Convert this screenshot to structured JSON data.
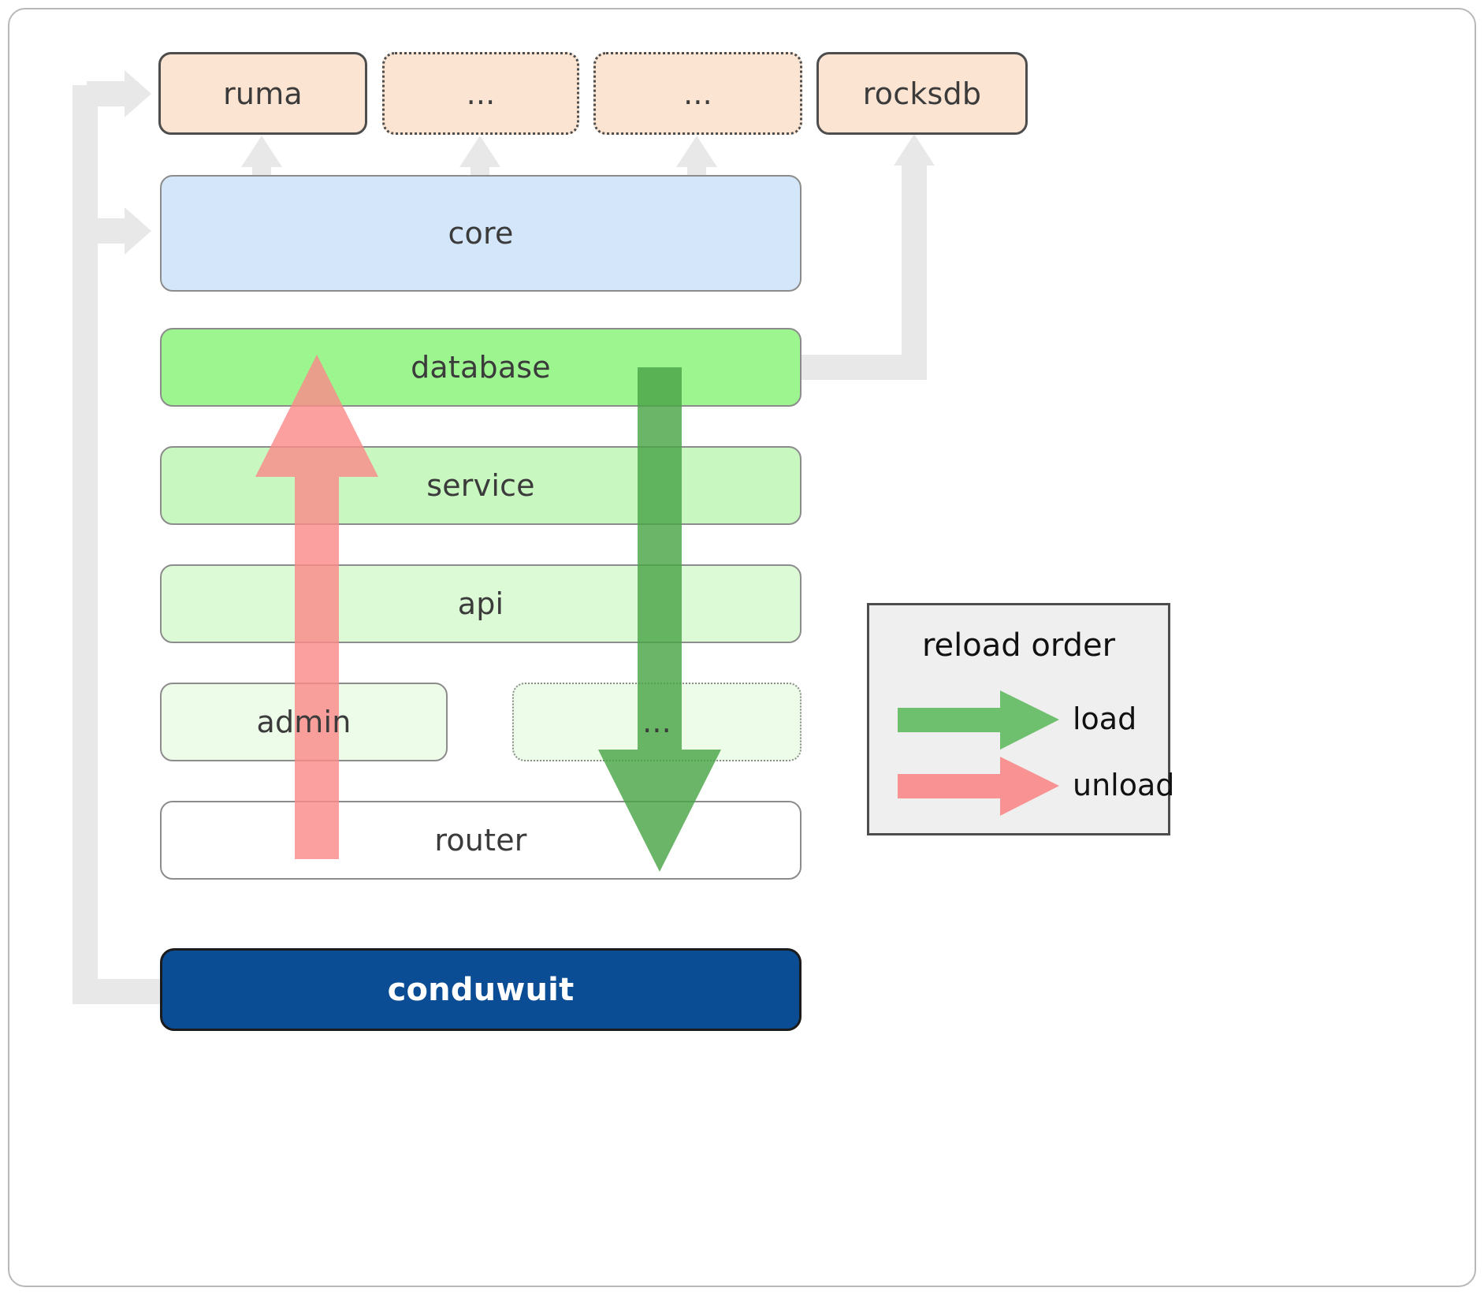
{
  "diagram": {
    "title": "conduwuit crate layer / reload order diagram",
    "dependencies": [
      {
        "label": "ruma",
        "style": "solid"
      },
      {
        "label": "...",
        "style": "dashed"
      },
      {
        "label": "...",
        "style": "dashed"
      },
      {
        "label": "rocksdb",
        "style": "solid"
      }
    ],
    "core": {
      "label": "core"
    },
    "layers": [
      {
        "label": "database",
        "style": "solid"
      },
      {
        "label": "service",
        "style": "solid"
      },
      {
        "label": "api",
        "style": "solid"
      },
      {
        "label": "admin",
        "style": "solid"
      },
      {
        "label": "...",
        "style": "dashed"
      },
      {
        "label": "router",
        "style": "solid"
      }
    ],
    "binary": {
      "label": "conduwuit"
    },
    "legend": {
      "title": "reload order",
      "items": [
        {
          "label": "load",
          "color": "#5cb85c"
        },
        {
          "label": "unload",
          "color": "#fa8a8a"
        }
      ]
    },
    "colors": {
      "dependency_fill": "#fce4d2",
      "core_fill": "#d4e6f9",
      "database_fill": "#9cf58f",
      "service_fill": "#c8f7bf",
      "api_fill": "#ddfad6",
      "admin_fill": "#ecfce8",
      "ellipsis_fill": "#ecfce8",
      "router_fill": "#ffffff",
      "binary_fill": "#0a4d94",
      "connector": "#e8e8e8",
      "load_arrow": "#5cb85c",
      "unload_arrow": "#fa8a8a",
      "legend_fill": "#efefef"
    }
  }
}
